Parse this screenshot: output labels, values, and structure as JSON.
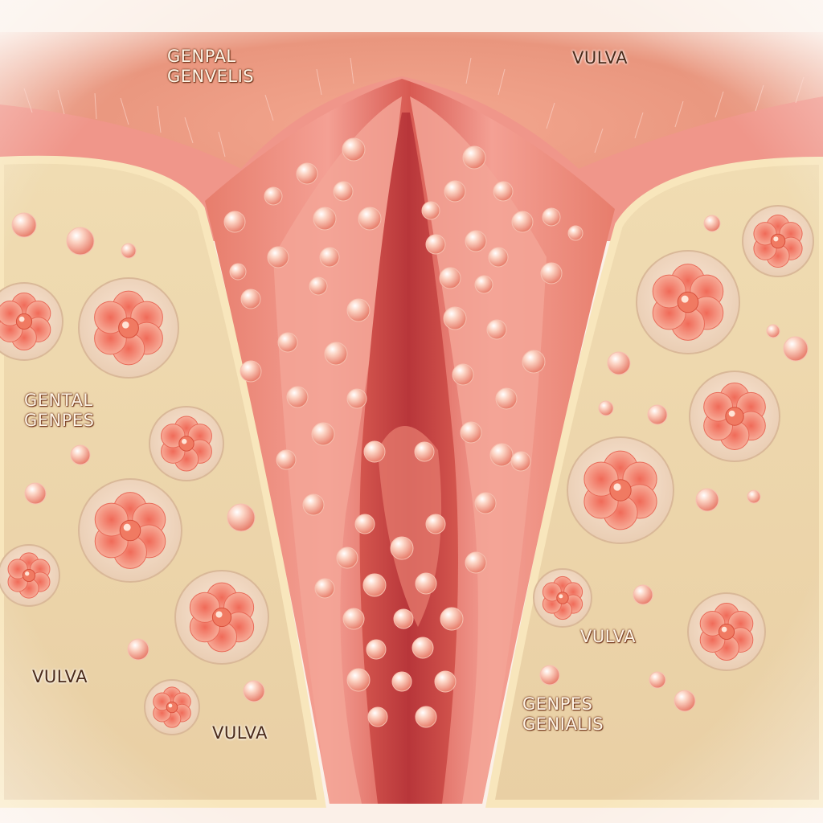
{
  "image": {
    "description_labels": [
      {
        "id": "top-left",
        "text": "GENPAL\nGENVELIS"
      },
      {
        "id": "top-right",
        "text": "VULVA"
      },
      {
        "id": "left-mid",
        "text": "GENTAL\nGENPES"
      },
      {
        "id": "left-bottom",
        "text": "VULVA"
      },
      {
        "id": "bottom-center",
        "text": "VULVA"
      },
      {
        "id": "right-mid",
        "text": "VULVA"
      },
      {
        "id": "right-bottom",
        "text": "GENPES\nGENIALIS"
      }
    ]
  },
  "colors": {
    "background": "#fbf3ec",
    "skin_panel": "#ecd4a8",
    "panel_border": "#f6e2b4",
    "tissue": "#f2907e",
    "tissue_dark": "#c85a50",
    "lesion_petal": "#f28a78",
    "lesion_center": "#e0503c"
  }
}
